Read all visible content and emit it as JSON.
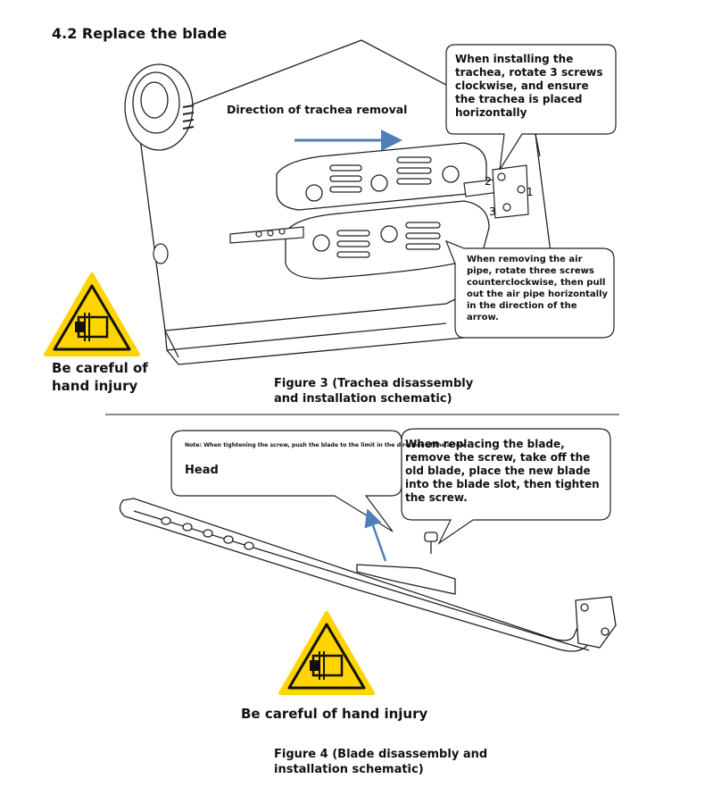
{
  "section_heading": "4.2 Replace the blade",
  "figure3": {
    "direction_label": "Direction of trachea removal",
    "install_note": "When installing the trachea, rotate 3 screws clockwise, and ensure the trachea is placed horizontally",
    "removal_note": "When removing the air pipe, rotate three screws counterclockwise, then pull out the air pipe horizontally in the direction of the arrow.",
    "screw_numbers": [
      "1",
      "2",
      "3"
    ],
    "warning": "Be careful of hand injury",
    "caption": "Figure 3 (Trachea disassembly and installation schematic)"
  },
  "figure4": {
    "tighten_note": "Note: When tightening the screw, push the blade to the limit in the direction of the arrow",
    "head_label": "Head",
    "replace_note": "When replacing the blade, remove the screw, take off the old blade, place the new blade into the blade slot, then tighten the screw.",
    "warning": "Be careful of hand injury",
    "caption": "Figure 4 (Blade disassembly and installation schematic)"
  },
  "colors": {
    "warning_yellow": "#ffd400",
    "arrow_blue": "#4f7fb8",
    "outline": "#222222"
  },
  "icons": [
    "hand-injury-warning-icon",
    "direction-arrow-icon"
  ]
}
